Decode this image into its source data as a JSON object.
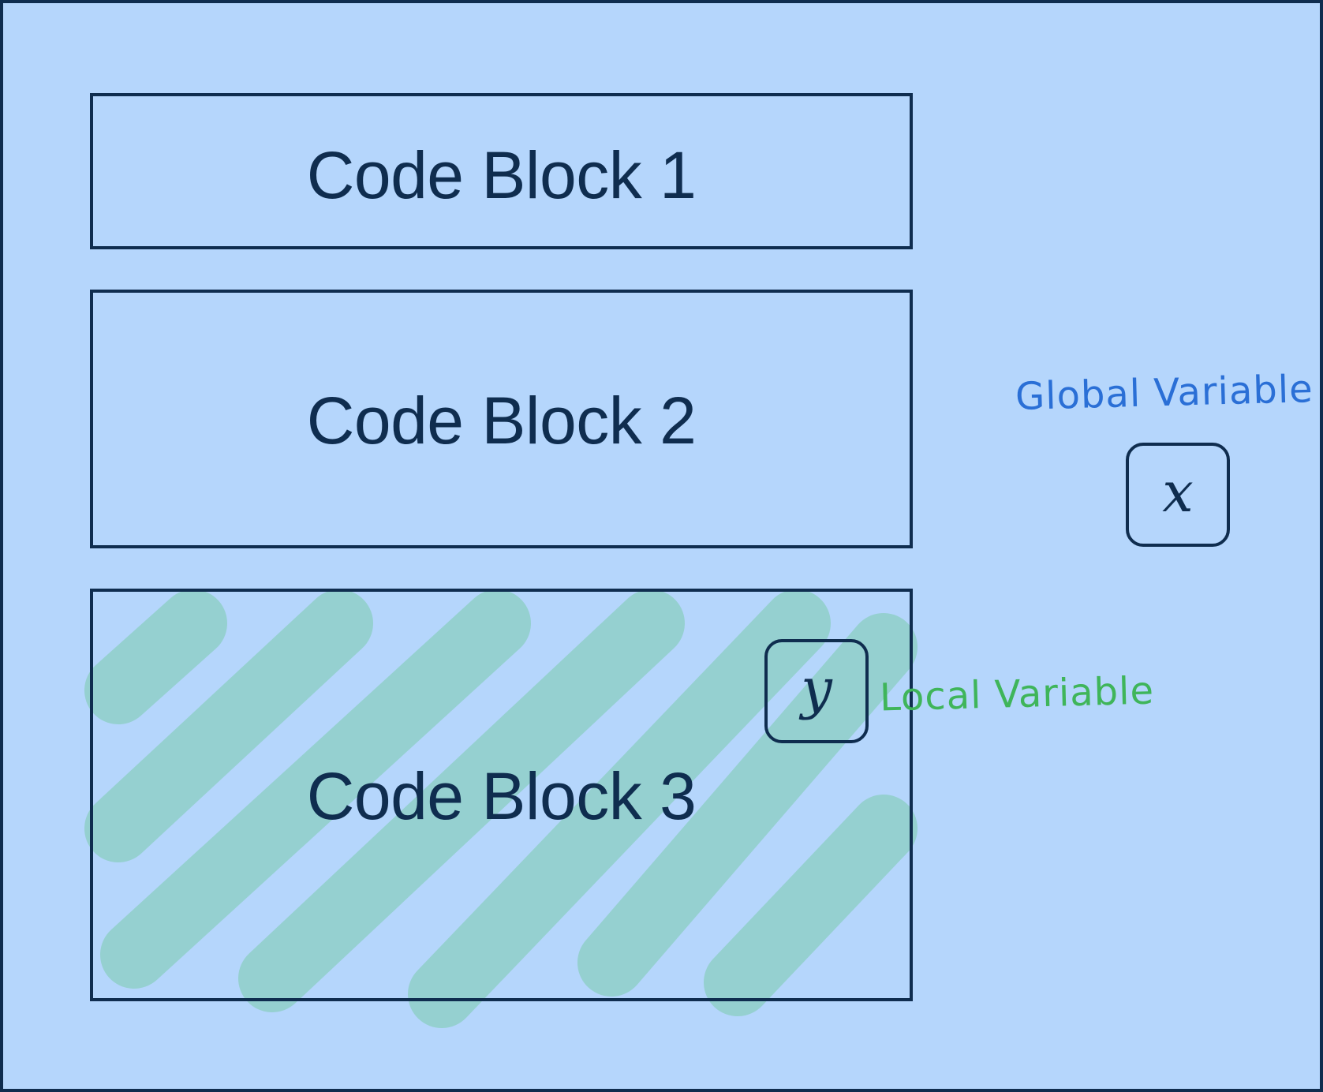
{
  "diagram": {
    "blocks": [
      {
        "label": "Code Block 1"
      },
      {
        "label": "Code Block 2"
      },
      {
        "label": "Code Block 3"
      }
    ],
    "global_variable": {
      "symbol": "x",
      "caption": "Global Variable",
      "caption_color": "#2a6fd6"
    },
    "local_variable": {
      "symbol": "y",
      "caption": "Local Variable",
      "caption_color": "#3fb55a"
    },
    "colors": {
      "background": "#b5d6fc",
      "stroke": "#0f2d4f",
      "local_scope_hatch": "#8fcfc8"
    }
  }
}
